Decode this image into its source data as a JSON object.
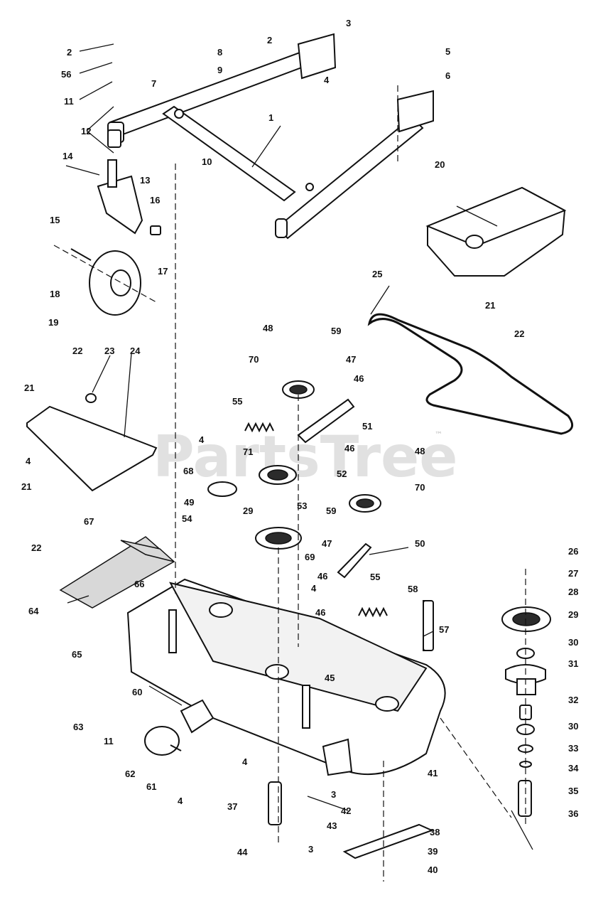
{
  "watermark": {
    "text": "PartsTree",
    "trademark": "™"
  },
  "callouts": [
    "1",
    "2",
    "3",
    "4",
    "5",
    "6",
    "7",
    "8",
    "9",
    "10",
    "11",
    "12",
    "13",
    "14",
    "15",
    "16",
    "17",
    "18",
    "19",
    "20",
    "21",
    "22",
    "23",
    "24",
    "25",
    "26",
    "27",
    "28",
    "29",
    "30",
    "31",
    "32",
    "33",
    "34",
    "35",
    "36",
    "37",
    "38",
    "39",
    "40",
    "41",
    "42",
    "43",
    "44",
    "45",
    "46",
    "47",
    "48",
    "49",
    "50",
    "51",
    "52",
    "53",
    "54",
    "55",
    "56",
    "57",
    "58",
    "59",
    "60",
    "61",
    "62",
    "63",
    "64",
    "65",
    "66",
    "67",
    "68",
    "69",
    "70",
    "71"
  ]
}
